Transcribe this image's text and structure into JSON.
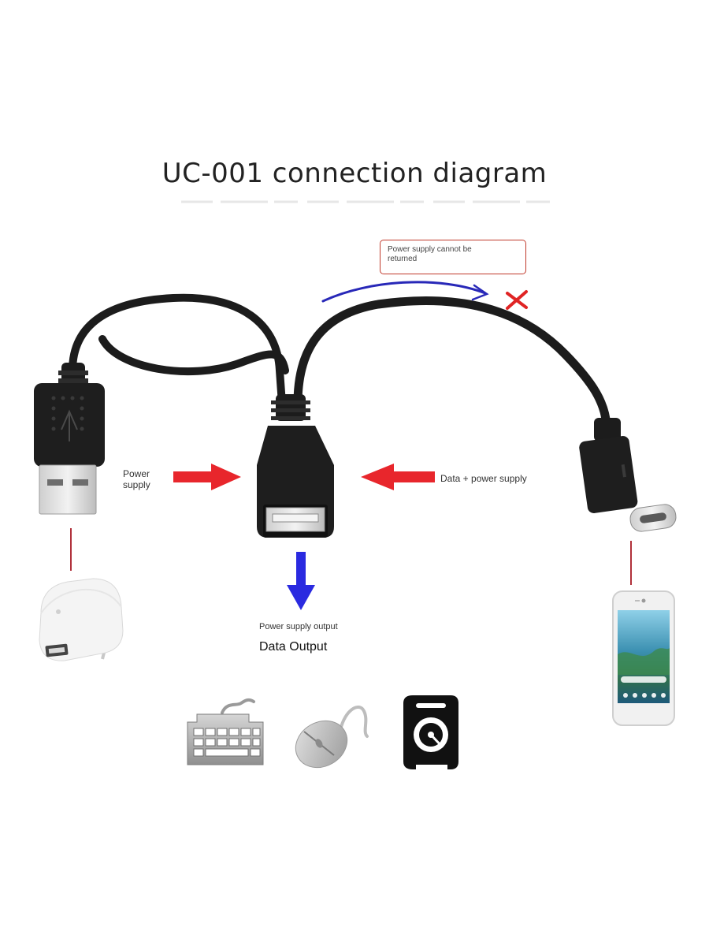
{
  "title": "UC-001 connection diagram",
  "labels": {
    "power_supply": [
      "Power",
      "supply"
    ],
    "data_power_supply": "Data + power supply",
    "warning": [
      "Power supply cannot be",
      "returned"
    ],
    "power_supply_output": "Power supply output",
    "data_output": "Data Output"
  },
  "colors": {
    "cable": "#1c1c1c",
    "input_arrow": "#e8262c",
    "output_arrow": "#2a2ae0",
    "return_arrow": "#2828b8",
    "warning_border": "#c0392b",
    "cross": "#e02424"
  },
  "icons": [
    "usb-a-plug-icon",
    "usb-a-female-socket-icon",
    "usb-c-plug-icon",
    "wall-charger-icon",
    "smartphone-icon",
    "keyboard-icon",
    "mouse-icon",
    "hard-drive-icon",
    "cross-icon"
  ]
}
